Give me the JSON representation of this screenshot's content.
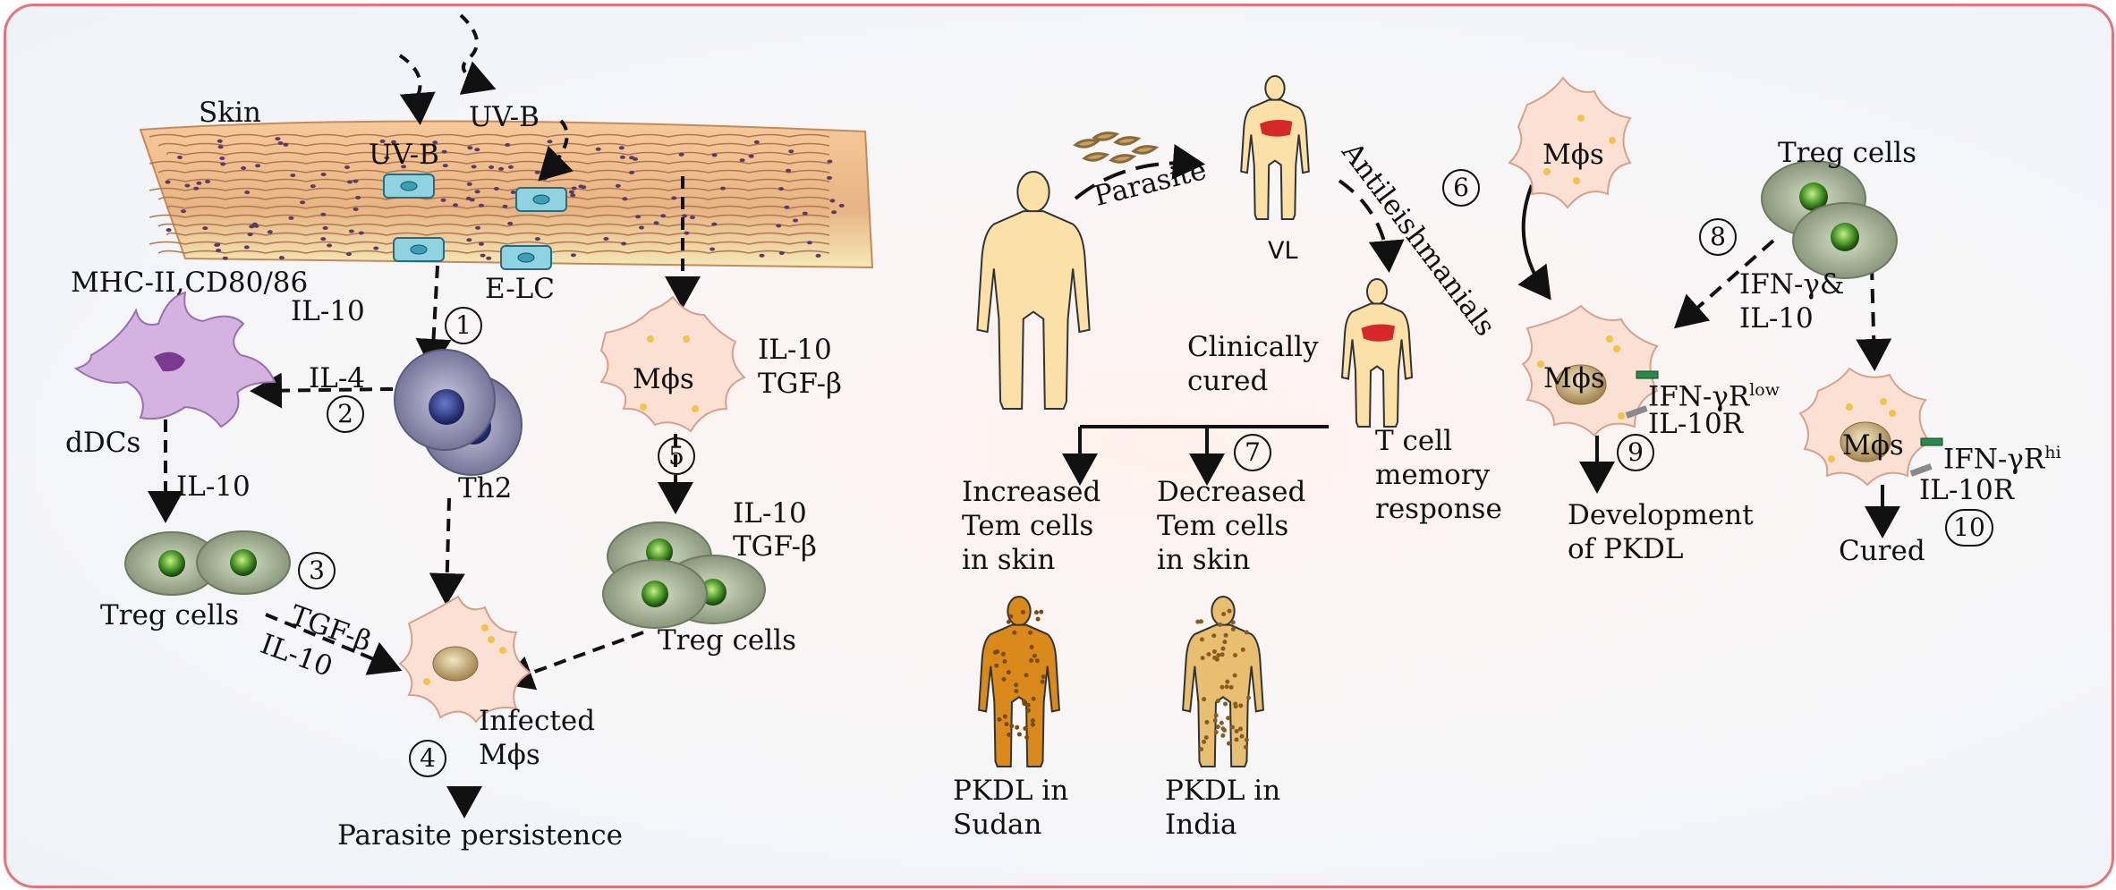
{
  "left": {
    "skin": "Skin",
    "uvb_top": "UV-B",
    "uvb_mid": "UV-B",
    "mhc": "MHC-II,CD80/86",
    "il10_up": "IL-10",
    "elc": "E-LC",
    "il4": "IL-4",
    "ddcs": "dDCs",
    "il10_ddc": "IL-10",
    "th2": "Th2",
    "treg_left": "Treg cells",
    "tgfb_diag": "TGF-β",
    "il10_diag": "IL-10",
    "infected": "Infected\nMϕs",
    "parasite_persistence": "Parasite persistence",
    "mphis_mid": "Mϕs",
    "il10_mphi": "IL-10",
    "tgfb_mphi": "TGF-β",
    "il10_treg": "IL-10",
    "tgfb_treg": "TGF-β",
    "treg_mid": "Treg cells"
  },
  "center": {
    "parasite": "Parasite",
    "vl": "VL",
    "antileish": "Antileishmanials",
    "clinically_cured": "Clinically\ncured",
    "tcell_memory": "T cell\nmemory\nresponse",
    "increased": "Increased\nTem cells\nin skin",
    "decreased": "Decreased\nTem cells\nin skin",
    "pkdl_sudan": "PKDL in\nSudan",
    "pkdl_india": "PKDL in\nIndia"
  },
  "right": {
    "mphis_top": "Mϕs",
    "treg_right": "Treg cells",
    "ifng_il10": "IFN-γ&\nIL-10",
    "mphis_low": "Mϕs",
    "ifngr_low": "IFN-γR",
    "low_sup": "low",
    "il10r_low": "IL-10R",
    "development": "Development\nof PKDL",
    "mphis_hi": "Mϕs",
    "ifngr_hi": "IFN-γR",
    "hi_sup": "hi",
    "il10r_hi": "IL-10R",
    "cured": "Cured"
  },
  "steps": [
    "1",
    "2",
    "3",
    "4",
    "5",
    "6",
    "7",
    "8",
    "9",
    "10"
  ],
  "colors": {
    "border": "#e8727a",
    "macrophage": "#fbe0d4",
    "treg": "#9aa78a",
    "ddc": "#c9a6d8",
    "th2": "#8a8aa8",
    "body_pale": "#fbe0a8",
    "body_sudan": "#d98a1a",
    "body_india": "#e8bf70",
    "lesion": "#d4282a",
    "lc": "#8fd3e0"
  }
}
